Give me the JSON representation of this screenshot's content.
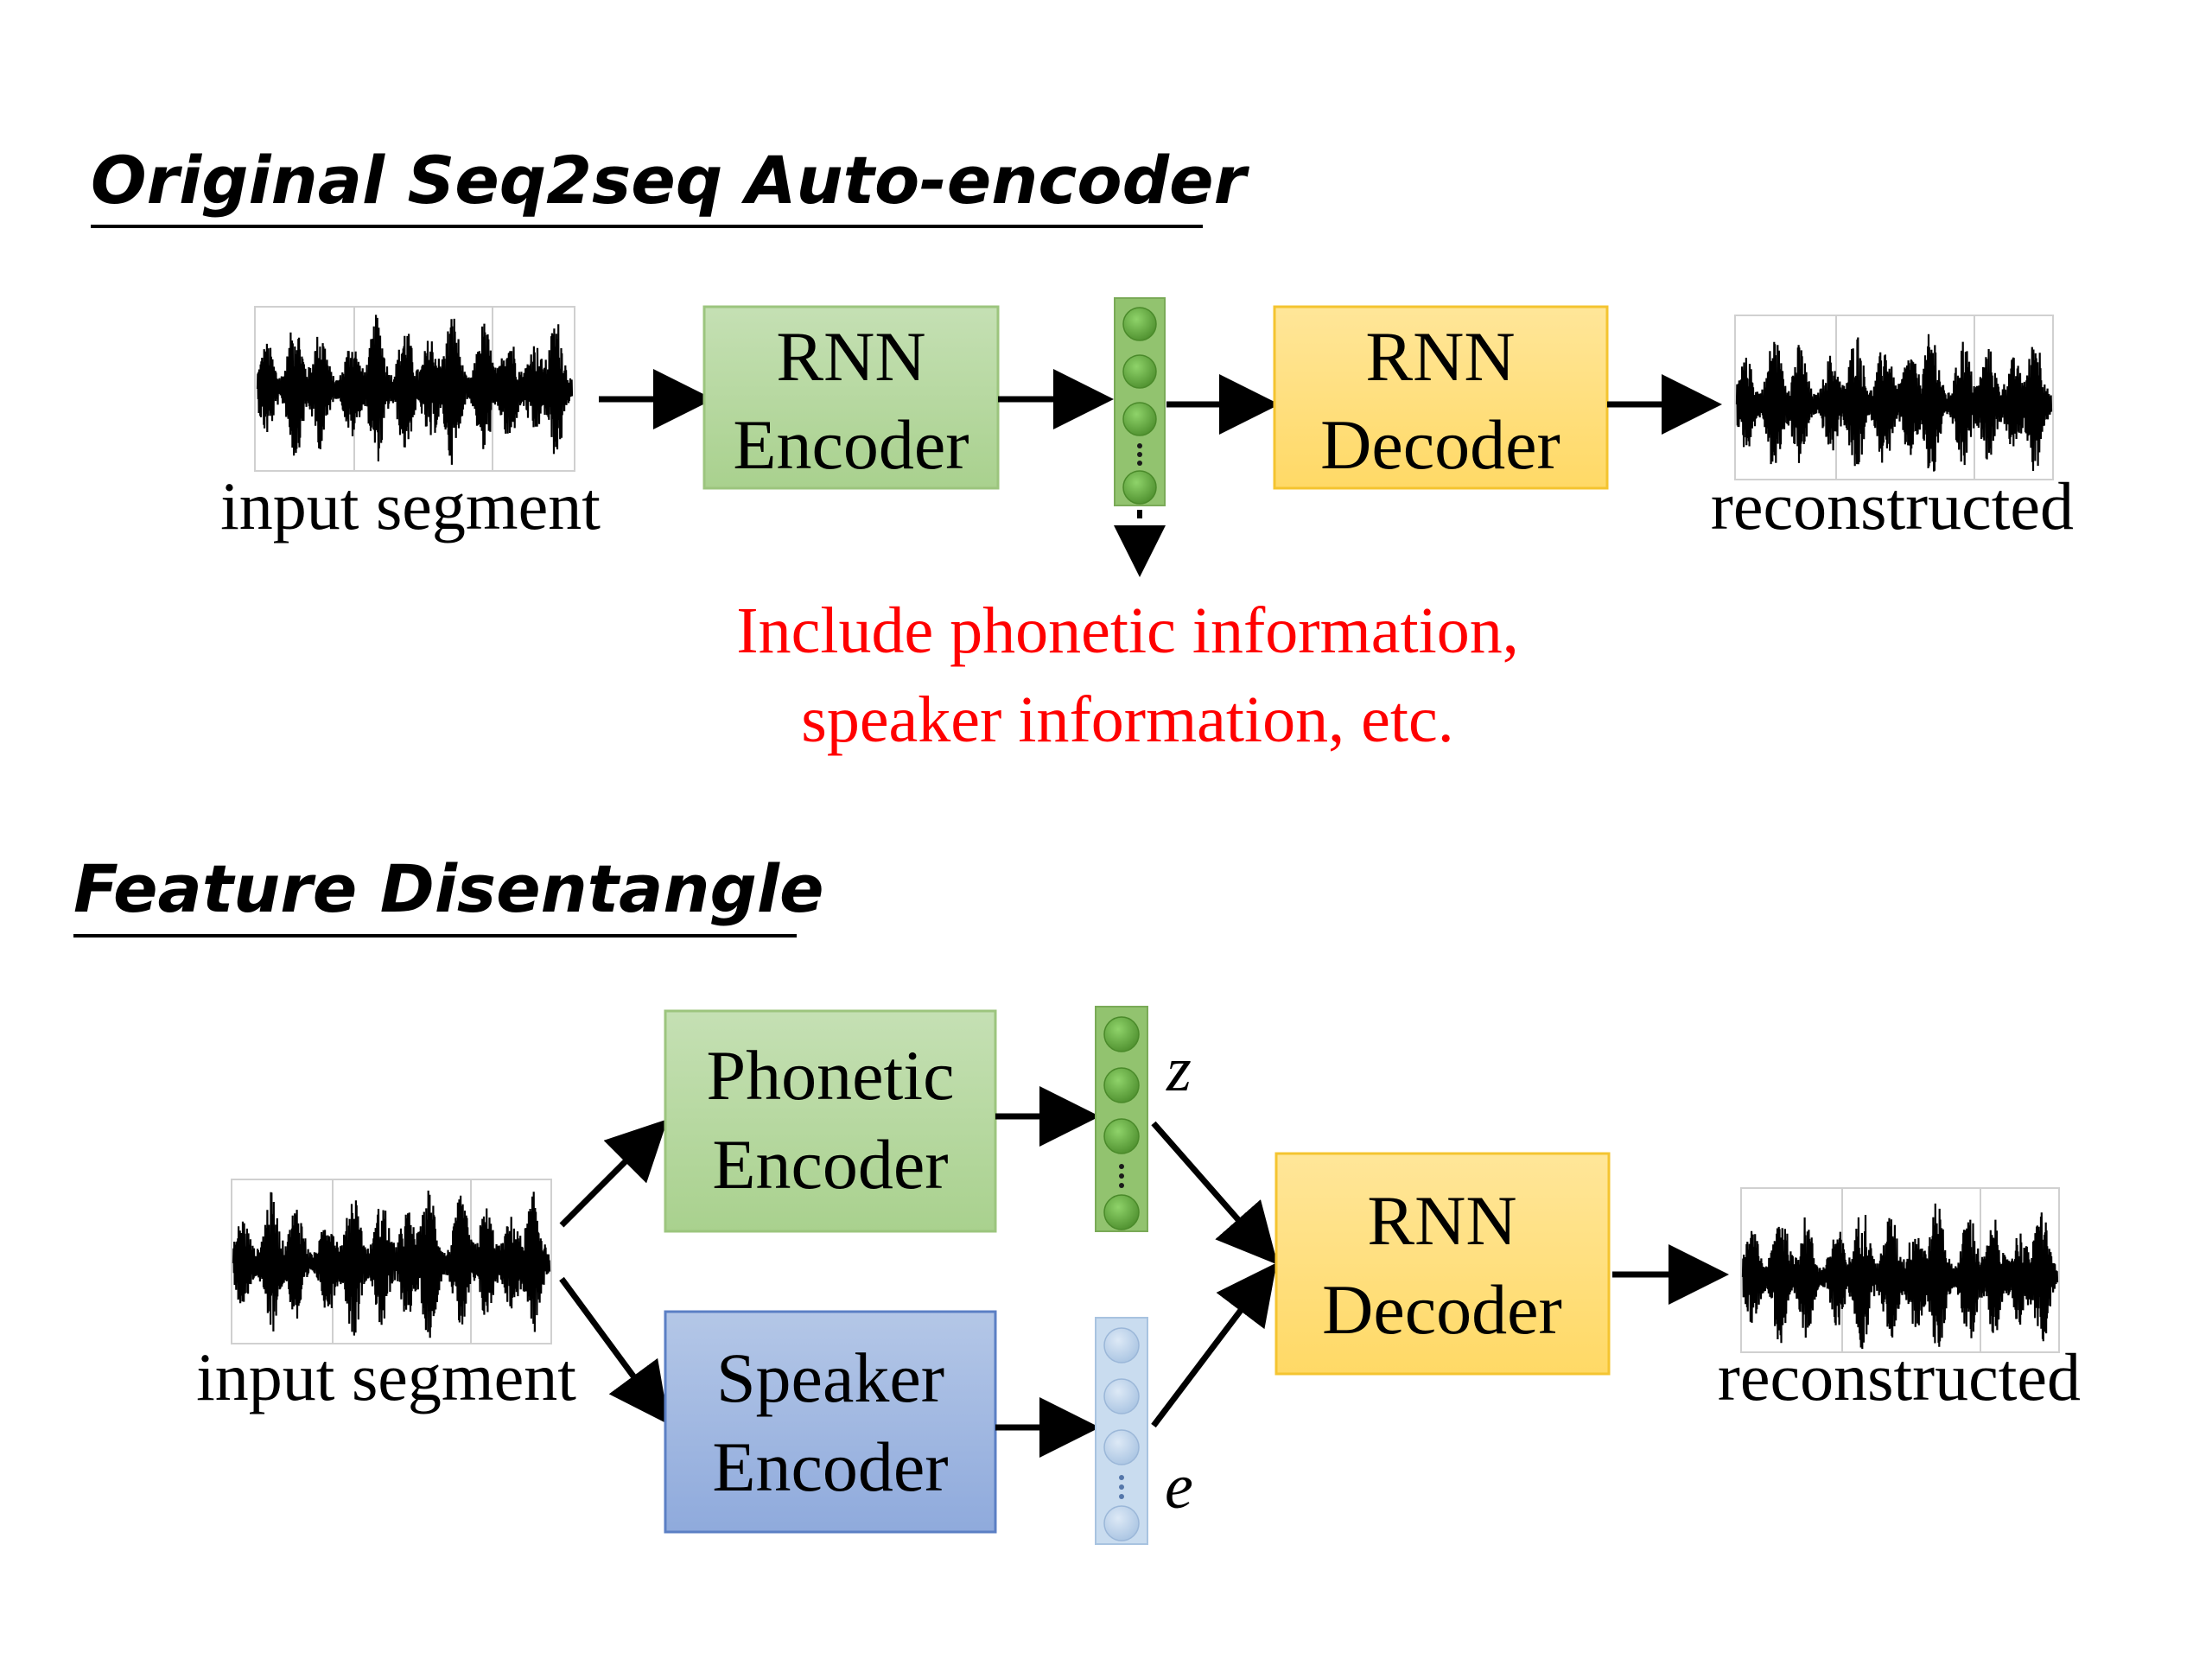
{
  "sections": {
    "original": {
      "title": "Original Seq2seq Auto-encoder",
      "input_caption": "input segment",
      "encoder": {
        "line1": "RNN",
        "line2": "Encoder"
      },
      "decoder": {
        "line1": "RNN",
        "line2": "Decoder"
      },
      "output_caption": "reconstructed",
      "note": {
        "line1": "Include phonetic information,",
        "line2": "speaker information, etc."
      }
    },
    "disentangle": {
      "title": "Feature Disentangle",
      "input_caption": "input segment",
      "phonetic_encoder": {
        "line1": "Phonetic",
        "line2": "Encoder"
      },
      "speaker_encoder": {
        "line1": "Speaker",
        "line2": "Encoder"
      },
      "decoder": {
        "line1": "RNN",
        "line2": "Decoder"
      },
      "output_caption": "reconstructed",
      "z_label": "z",
      "e_label": "e"
    }
  },
  "colors": {
    "encoder_green": "#a9d18e",
    "encoder_green_border": "#70ad47",
    "decoder_orange": "#ffd966",
    "decoder_orange_border": "#f0b800",
    "speaker_blue": "#8faadc",
    "speaker_blue_border": "#4472c4",
    "note_red": "#ff0000",
    "latent_green": "#70ad47",
    "latent_blue": "#bdd7ee"
  }
}
